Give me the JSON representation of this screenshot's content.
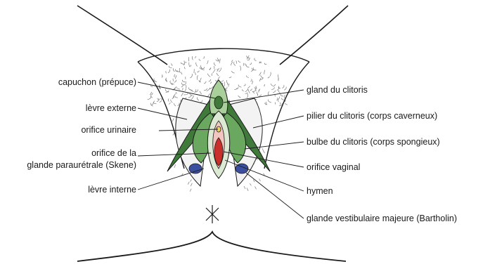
{
  "labels": {
    "left": [
      {
        "id": "capuchon",
        "text": "capuchon (prépuce)"
      },
      {
        "id": "levre_externe",
        "text": "lèvre externe"
      },
      {
        "id": "orifice_urinaire",
        "text": "orifice urinaire"
      },
      {
        "id": "glande_skene_1",
        "text": "orifice de la"
      },
      {
        "id": "glande_skene_2",
        "text": "glande paraurétrale (Skene)"
      },
      {
        "id": "levre_interne",
        "text": "lèvre interne"
      }
    ],
    "right": [
      {
        "id": "gland",
        "text": "gland du clitoris"
      },
      {
        "id": "pilier",
        "text": "pilier du clitoris (corps caverneux)"
      },
      {
        "id": "bulbe",
        "text": "bulbe du clitoris (corps spongieux)"
      },
      {
        "id": "orifice_vaginal",
        "text": "orifice vaginal"
      },
      {
        "id": "hymen",
        "text": "hymen"
      },
      {
        "id": "bartholin",
        "text": "glande vestibulaire majeure (Bartholin)"
      }
    ]
  },
  "colors": {
    "outline": "#1a1a1a",
    "dark_green": "#3f7a3a",
    "mid_green": "#6aa85f",
    "light_green": "#a9cf9a",
    "pale_green": "#dcead3",
    "red": "#c9302c",
    "pink": "#f2c6c0",
    "blue": "#3b4fa0",
    "yellow": "#e9d36a",
    "hair": "#7a7a7a"
  }
}
